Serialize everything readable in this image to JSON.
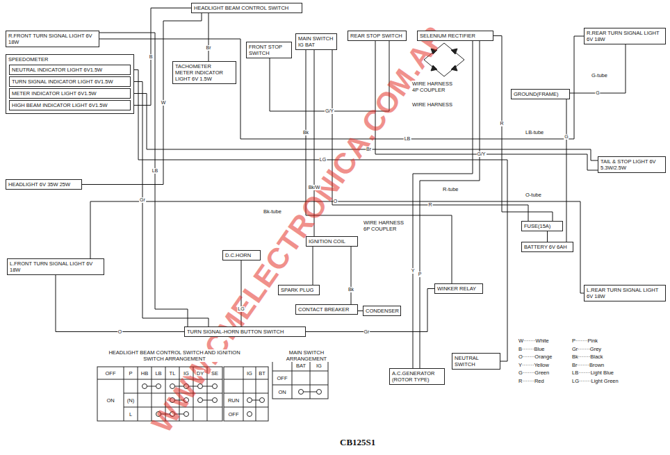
{
  "diagram": {
    "caption": "CB125S1",
    "nodes": [
      {
        "text": [
          "HEADLIGHT BEAM CONTROL SWITCH"
        ]
      },
      {
        "text": [
          "R.FRONT TURN SIGNAL LIGHT 6V 18W"
        ]
      },
      {
        "text": [
          "SPEEDOMETER"
        ]
      },
      {
        "text": [
          "NEUTRAL INDICATOR LIGHT 6V1.5W"
        ],
        "in": 2
      },
      {
        "text": [
          "TURN SIGNAL INDICATOR LIGHT 6V1.5W"
        ],
        "in": 2
      },
      {
        "text": [
          "METER INDICATOR LIGHT 6V1.5W"
        ],
        "in": 2
      },
      {
        "text": [
          "HIGH BEAM INDICATOR LIGHT 6V1.5W"
        ],
        "in": 2
      },
      {
        "text": [
          "TACHOMETER",
          "METER INDICATOR LIGHT 6V 1.5W"
        ]
      },
      {
        "text": [
          "MAIN SWITCH",
          "IG BAT"
        ]
      },
      {
        "text": [
          "FRONT STOP SWITCH"
        ]
      },
      {
        "text": [
          "REAR STOP SWITCH"
        ]
      },
      {
        "text": [
          "SELENIUM RECTIFIER"
        ]
      },
      {
        "text": [
          "GROUND(FRAME)"
        ]
      },
      {
        "text": [
          "R.REAR TURN SIGNAL LIGHT 6V 18W"
        ]
      },
      {
        "text": [
          "TAIL & STOP LIGHT 6V 5.3W/2.5W"
        ]
      },
      {
        "text": [
          "HEADLIGHT 6V 35W 25W"
        ]
      },
      {
        "text": [
          "IGNITION COIL"
        ]
      },
      {
        "text": [
          "FUSE(15A)"
        ]
      },
      {
        "text": [
          "BATTERY 6V 6AH"
        ]
      },
      {
        "text": [
          "D.C.HORN"
        ]
      },
      {
        "text": [
          "SPARK PLUG"
        ]
      },
      {
        "text": [
          "CONTACT BREAKER"
        ]
      },
      {
        "text": [
          "CONDENSER"
        ]
      },
      {
        "text": [
          "WINKER RELAY"
        ]
      },
      {
        "text": [
          "L.FRONT TURN SIGNAL LIGHT 6V 18W"
        ]
      },
      {
        "text": [
          "L.REAR TURN SIGNAL LIGHT 6V 18W"
        ]
      },
      {
        "text": [
          "TURN SIGNAL-HORN BUTTON SWITCH"
        ]
      },
      {
        "text": [
          "A.C.GENERATOR (ROTOR TYPE)"
        ]
      },
      {
        "text": [
          "NEUTRAL SWITCH"
        ]
      }
    ],
    "edges": [
      {
        "from": 1,
        "to": 13,
        "arrow": "none",
        "label": "LB"
      },
      {
        "from": 24,
        "to": 25,
        "arrow": "none",
        "label": "O"
      },
      {
        "from": 26,
        "to": 23,
        "arrow": "none",
        "label": "Gr"
      },
      {
        "from": 8,
        "to": 23,
        "arrow": "none",
        "label": "Bk"
      },
      {
        "from": 8,
        "to": 16,
        "arrow": "none",
        "label": "Bk/W"
      },
      {
        "from": 16,
        "to": 20,
        "arrow": "none"
      },
      {
        "from": 16,
        "to": 21,
        "arrow": "none",
        "label": "Bk"
      },
      {
        "from": 21,
        "to": 22,
        "arrow": "none"
      },
      {
        "from": 27,
        "to": 11,
        "arrow": "none",
        "label": "P"
      },
      {
        "from": 27,
        "to": 11,
        "arrow": "none",
        "label": "Y"
      },
      {
        "from": 28,
        "to": 3,
        "arrow": "none",
        "label": "LG"
      },
      {
        "from": 4,
        "to": 26,
        "arrow": "none",
        "label": "Gr"
      },
      {
        "from": 5,
        "to": 14,
        "arrow": "none",
        "label": "Br"
      },
      {
        "from": 0,
        "to": 6,
        "arrow": "none",
        "label": "B"
      },
      {
        "from": 15,
        "to": 0,
        "arrow": "none",
        "label": "W"
      },
      {
        "from": 19,
        "to": 26,
        "arrow": "none",
        "label": "LG"
      },
      {
        "from": 17,
        "to": 18,
        "arrow": "none"
      },
      {
        "from": 17,
        "to": 8,
        "arrow": "none",
        "label": "R"
      },
      {
        "from": 18,
        "to": 12,
        "arrow": "none",
        "label": "G"
      },
      {
        "from": 11,
        "to": 17,
        "arrow": "none",
        "label": "R"
      },
      {
        "from": 10,
        "to": 14,
        "arrow": "none",
        "label": "G/Y"
      },
      {
        "from": 9,
        "to": 10,
        "arrow": "none",
        "label": "G/Y"
      },
      {
        "from": 7,
        "to": 0,
        "arrow": "none",
        "label": "Br"
      },
      {
        "from": 13,
        "to": 12,
        "arrow": "none",
        "label": "G"
      },
      {
        "from": 26,
        "to": 24,
        "arrow": "none",
        "label": "O"
      },
      {
        "from": 26,
        "to": 1,
        "arrow": "none",
        "label": "LB"
      }
    ],
    "labels": [
      "WIRE HARNESS 4P COUPLER",
      "WIRE HARNESS",
      "WIRE HARNESS 6P COUPLER",
      "LB-tube",
      "O-tube",
      "G-tube",
      "R-tube",
      "Bk-tube",
      "HEADLIGHT BEAM CONTROL SWITCH AND IGNITION SWITCH ARRANGEMENT",
      "OFF",
      "P",
      "HB",
      "LB",
      "TL",
      "IG",
      "DY",
      "SE",
      "IG",
      "BT",
      "ON",
      "(N)",
      "L",
      "RUN",
      "OFF",
      "MAIN SWITCH ARRANGEMENT",
      "BAT",
      "IG",
      "OFF",
      "ON",
      "W·······White",
      "B·······Blue",
      "O·······Orange",
      "Y·······Yellow",
      "G·······Green",
      "R·······Red",
      "P·······Pink",
      "Gr·······Grey",
      "Bk·······Black",
      "Br·······Brown",
      "LB·······Light Blue",
      "LG·······Light Green",
      "WWW.CMELECTRONICA.COM.AR"
    ]
  }
}
